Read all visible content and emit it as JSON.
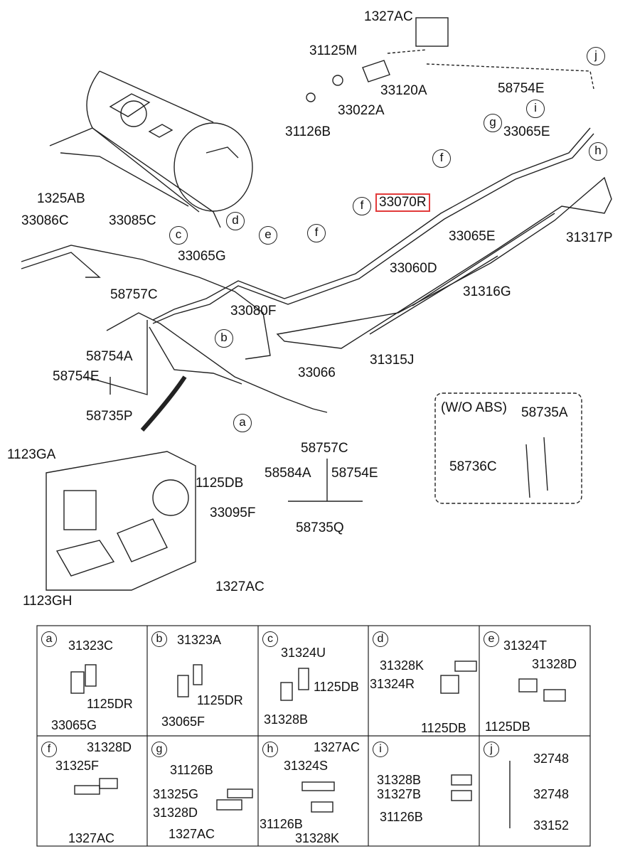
{
  "diagram": {
    "parts": {
      "p1327AC_top": "1327AC",
      "p31125M": "31125M",
      "p33120A": "33120A",
      "p33022A": "33022A",
      "p31126B_top": "31126B",
      "p1325AB": "1325AB",
      "p33086C": "33086C",
      "p33085C": "33085C",
      "p33065G": "33065G",
      "p58757C_l": "58757C",
      "p33080F": "33080F",
      "p58754A": "58754A",
      "p58754E_l": "58754E",
      "p58735P": "58735P",
      "p33066": "33066",
      "p33070R": "33070R",
      "p33060D": "33060D",
      "p33065E_1": "33065E",
      "p33065E_2": "33065E",
      "p58754E_r": "58754E",
      "p31317P": "31317P",
      "p31316G": "31316G",
      "p31315J": "31315J",
      "p58735A": "58735A",
      "p58736C": "58736C",
      "p1123GA": "1123GA",
      "p1125DB": "1125DB",
      "p33095F": "33095F",
      "p58757C_r": "58757C",
      "p58584A": "58584A",
      "p58754E_b": "58754E",
      "p58735Q": "58735Q",
      "p1327AC_b": "1327AC",
      "p1123GH": "1123GH"
    },
    "callouts": {
      "a": "a",
      "b": "b",
      "c": "c",
      "d": "d",
      "e": "e",
      "f1": "f",
      "f2": "f",
      "f3": "f",
      "g": "g",
      "h": "h",
      "i": "i",
      "j": "j"
    },
    "note": "(W/O ABS)"
  },
  "grid": {
    "cells": [
      {
        "letter": "a",
        "labels": [
          "31323C",
          "1125DR",
          "33065G"
        ]
      },
      {
        "letter": "b",
        "labels": [
          "31323A",
          "1125DR",
          "33065F"
        ]
      },
      {
        "letter": "c",
        "labels": [
          "31324U",
          "1125DB",
          "31328B"
        ]
      },
      {
        "letter": "d",
        "labels": [
          "31328K",
          "31324R",
          "1125DB"
        ]
      },
      {
        "letter": "e",
        "labels": [
          "31324T",
          "31328D",
          "1125DB"
        ]
      },
      {
        "letter": "f",
        "labels": [
          "31328D",
          "31325F",
          "1327AC"
        ]
      },
      {
        "letter": "g",
        "labels": [
          "31126B",
          "31325G",
          "31328D",
          "1327AC"
        ]
      },
      {
        "letter": "h",
        "labels": [
          "1327AC",
          "31324S",
          "31126B",
          "31328K"
        ]
      },
      {
        "letter": "i",
        "labels": [
          "31328B",
          "31327B",
          "31126B"
        ]
      },
      {
        "letter": "j",
        "labels": [
          "32748",
          "32748",
          "33152"
        ]
      }
    ]
  }
}
